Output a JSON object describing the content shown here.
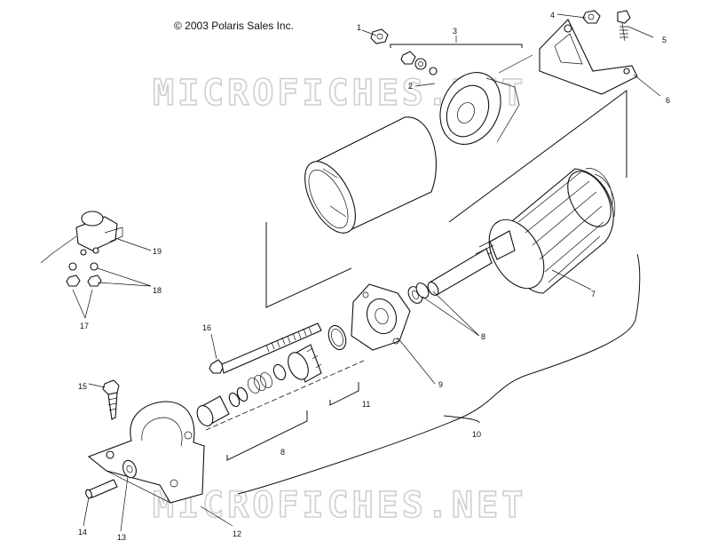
{
  "copyright": "© 2003 Polaris Sales Inc.",
  "watermark": "MICROFICHES.NET",
  "callouts": [
    "1",
    "2",
    "3",
    "4",
    "5",
    "6",
    "7",
    "8",
    "8",
    "9",
    "10",
    "11",
    "12",
    "13",
    "14",
    "15",
    "16",
    "17",
    "18",
    "19"
  ]
}
